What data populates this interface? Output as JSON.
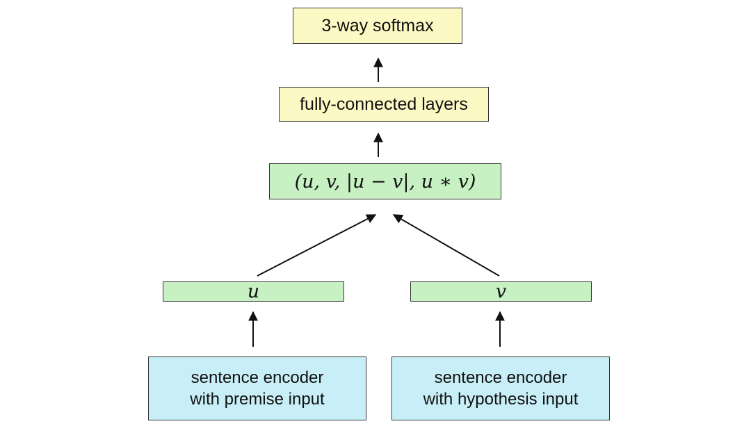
{
  "diagram": {
    "softmax": {
      "label": "3-way softmax"
    },
    "fully_connected": {
      "label": "fully-connected layers"
    },
    "concat": {
      "label": "(u, v, |u − v|, u ∗ v)"
    },
    "u_vector": {
      "label": "u"
    },
    "v_vector": {
      "label": "v"
    },
    "premise_encoder": {
      "line1": "sentence encoder",
      "line2": "with premise input"
    },
    "hypothesis_encoder": {
      "line1": "sentence encoder",
      "line2": "with hypothesis input"
    }
  },
  "colors": {
    "top_boxes": "#fdf9c4",
    "vector_boxes": "#c7f0c3",
    "encoder_boxes": "#c8eff7",
    "stroke": "#333333"
  }
}
